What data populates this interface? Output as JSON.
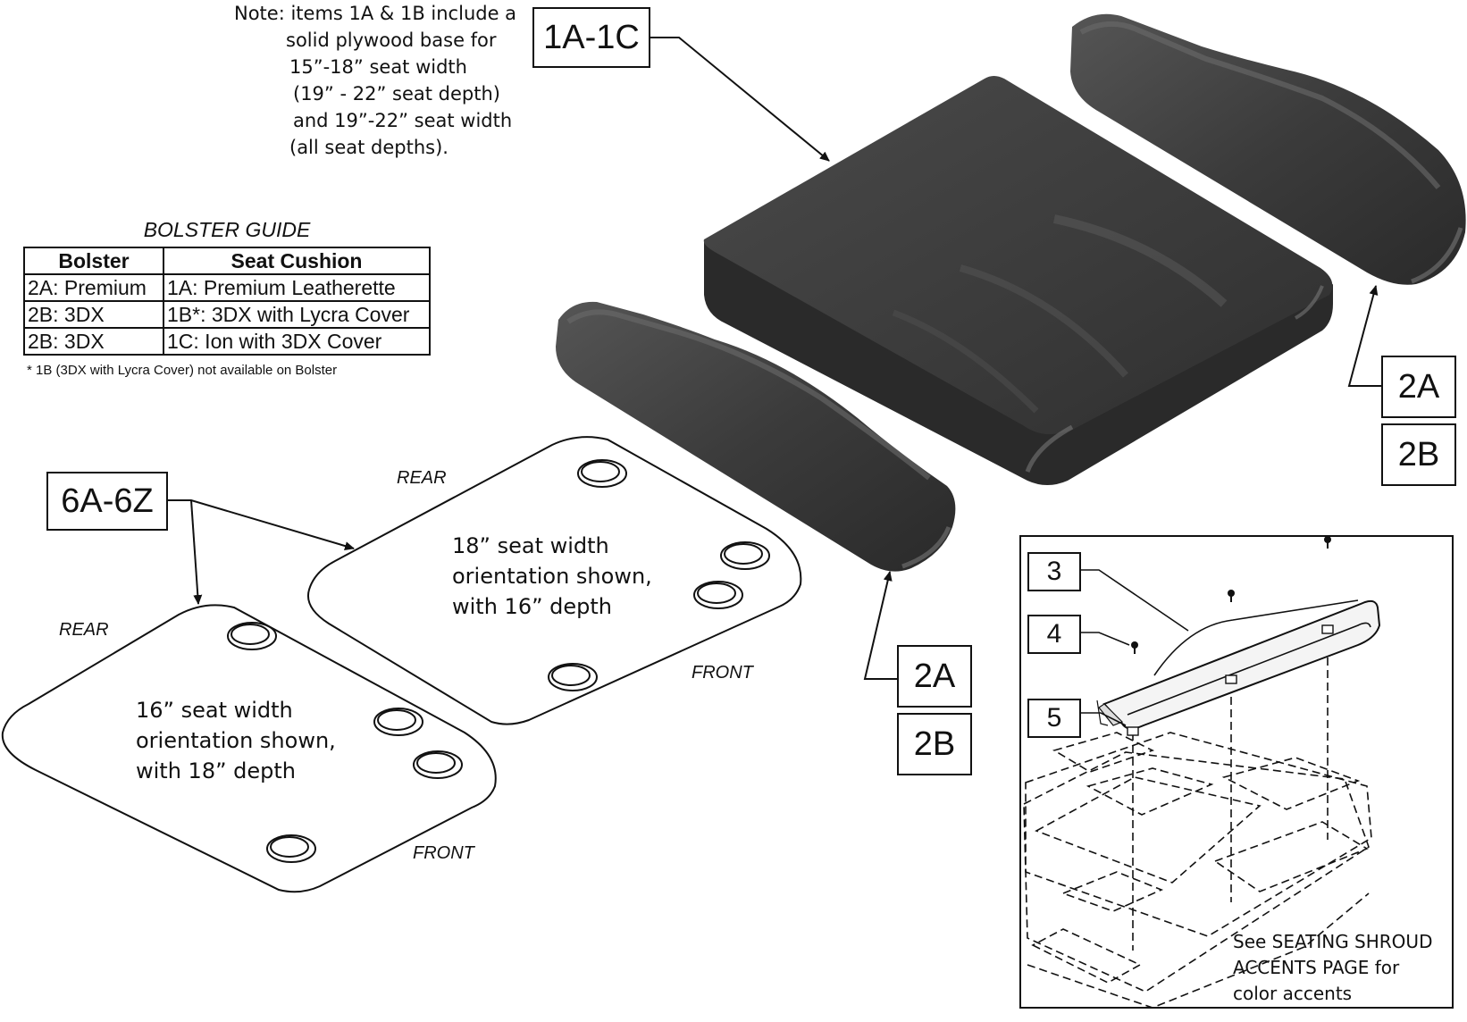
{
  "note": {
    "lines": [
      "Note: items 1A & 1B include a",
      "solid plywood base for",
      "15”-18” seat width",
      "(19” - 22” seat depth)",
      "and 19”-22” seat width",
      "(all seat depths)."
    ]
  },
  "bolster_guide": {
    "title": "BOLSTER GUIDE",
    "headers": [
      "Bolster",
      "Seat Cushion"
    ],
    "rows": [
      [
        "2A: Premium",
        "1A: Premium Leatherette"
      ],
      [
        "2B: 3DX",
        "1B*: 3DX with Lycra Cover"
      ],
      [
        "2B: 3DX",
        "1C: Ion with 3DX Cover"
      ]
    ],
    "footnote": "* 1B (3DX with Lycra Cover) not available on Bolster"
  },
  "callouts": {
    "cushion": "1A-1C",
    "right_bolster_a": "2A",
    "right_bolster_b": "2B",
    "left_bolster_a": "2A",
    "left_bolster_b": "2B",
    "plates": "6A-6Z",
    "shroud": "3",
    "screw": "4",
    "clip": "5"
  },
  "plate_large": {
    "rear": "REAR",
    "front": "FRONT",
    "lines": [
      "18” seat width",
      "orientation shown,",
      "with 16” depth"
    ]
  },
  "plate_small": {
    "rear": "REAR",
    "front": "FRONT",
    "lines": [
      "16” seat width",
      "orientation shown,",
      "with 18” depth"
    ]
  },
  "inset_note": {
    "lines": [
      "See SEATING SHROUD",
      "ACCENTS PAGE for",
      "color accents"
    ]
  },
  "colors": {
    "cushion_fill": "#3c3c3c",
    "cushion_dark": "#262626",
    "cushion_highlight": "#6a6a6a",
    "line": "#111111"
  }
}
